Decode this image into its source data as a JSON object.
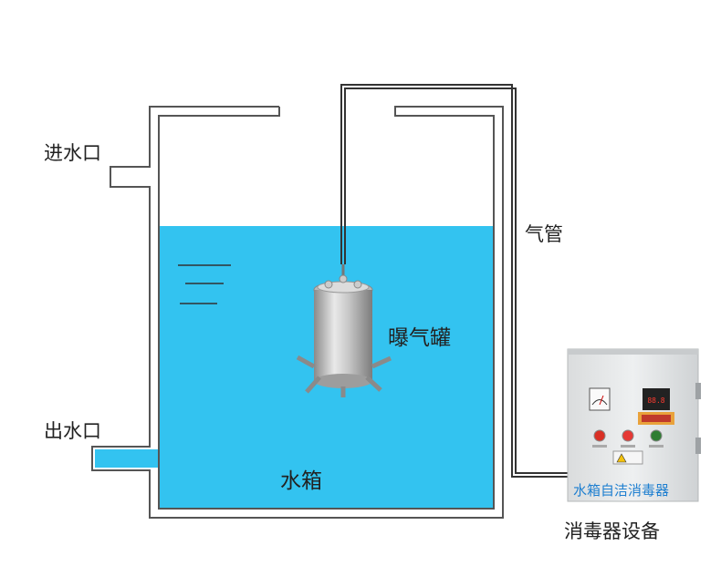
{
  "labels": {
    "inlet": "进水口",
    "outlet": "出水口",
    "air_pipe": "气管",
    "aerator": "曝气罐",
    "tank": "水箱",
    "device_panel_text": "水箱自洁消毒器",
    "device_caption": "消毒器设备"
  },
  "meter": {
    "display": "88.8"
  },
  "colors": {
    "water": "#33C3F0",
    "wall": "#555555",
    "cabinet": "#E4E6E7",
    "panel_text": "#1E7FD0"
  }
}
